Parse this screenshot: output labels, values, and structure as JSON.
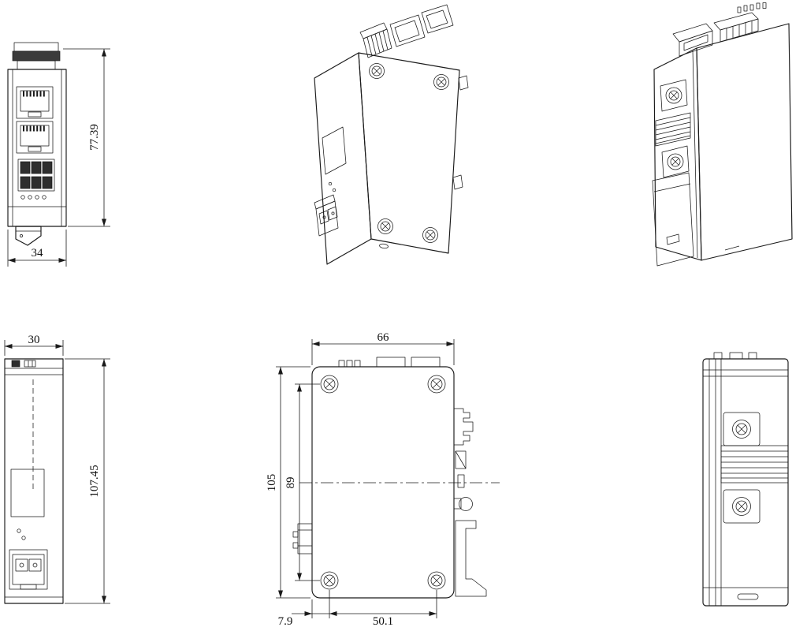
{
  "drawing": {
    "type": "mechanical-dimension-drawing",
    "background": "#ffffff",
    "line_color": "#1a1a1a",
    "dimensions": {
      "front_height": "77.39",
      "front_width": "34",
      "side_width": "30",
      "side_height": "107.45",
      "rear_width": "66",
      "rear_height": "105",
      "screw_span_vertical": "89",
      "screw_offset_horizontal": "7.9",
      "screw_span_horizontal": "50.1"
    }
  }
}
